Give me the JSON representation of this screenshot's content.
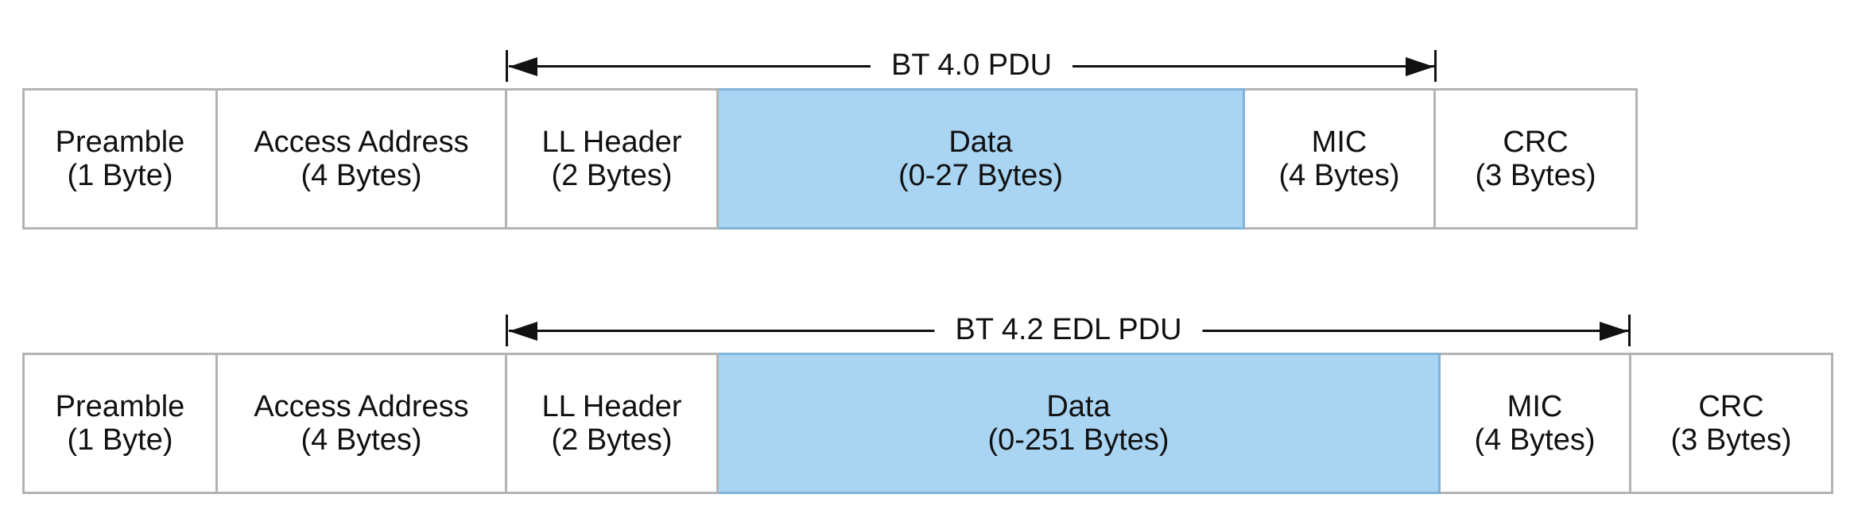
{
  "diagrams": [
    {
      "span_label": "BT 4.0 PDU",
      "fields": [
        {
          "name": "Preamble",
          "size": "(1 Byte)"
        },
        {
          "name": "Access Address",
          "size": "(4 Bytes)"
        },
        {
          "name": "LL Header",
          "size": "(2 Bytes)"
        },
        {
          "name": "Data",
          "size": "(0-27 Bytes)"
        },
        {
          "name": "MIC",
          "size": "(4 Bytes)"
        },
        {
          "name": "CRC",
          "size": "(3 Bytes)"
        }
      ]
    },
    {
      "span_label": "BT 4.2 EDL PDU",
      "fields": [
        {
          "name": "Preamble",
          "size": "(1 Byte)"
        },
        {
          "name": "Access Address",
          "size": "(4 Bytes)"
        },
        {
          "name": "LL Header",
          "size": "(2 Bytes)"
        },
        {
          "name": "Data",
          "size": "(0-251 Bytes)"
        },
        {
          "name": "MIC",
          "size": "(4 Bytes)"
        },
        {
          "name": "CRC",
          "size": "(3 Bytes)"
        }
      ]
    }
  ],
  "colors": {
    "data_field_fill": "#a9d4f2",
    "data_field_border": "#7fb4d8",
    "field_border": "#b3b3b3",
    "text": "#111111"
  }
}
